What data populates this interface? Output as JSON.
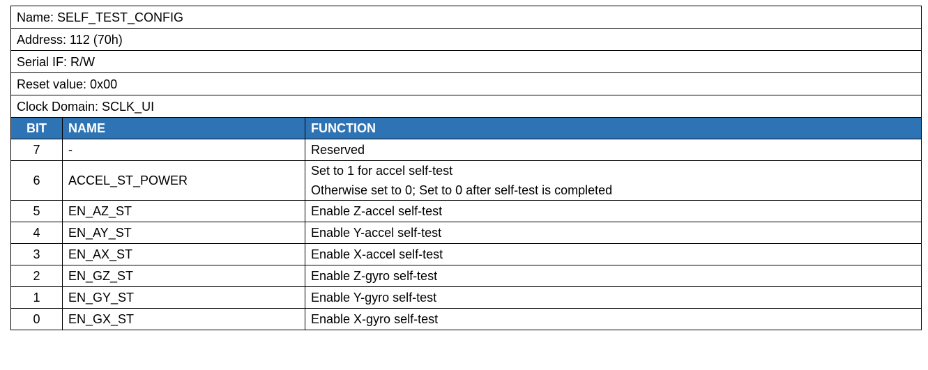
{
  "register": {
    "name_line": "Name: SELF_TEST_CONFIG",
    "address_line": "Address: 112 (70h)",
    "serial_if_line": "Serial IF: R/W",
    "reset_value_line": "Reset value: 0x00",
    "clock_domain_line": "Clock Domain: SCLK_UI"
  },
  "columns": {
    "bit": "BIT",
    "name": "NAME",
    "function": "FUNCTION"
  },
  "colors": {
    "header_bg": "#2e74b5",
    "header_text": "#ffffff"
  },
  "rows": [
    {
      "bit": "7",
      "name": "-",
      "function": [
        "Reserved"
      ]
    },
    {
      "bit": "6",
      "name": "ACCEL_ST_POWER",
      "function": [
        "Set to 1 for accel self-test",
        "Otherwise set to 0; Set to 0 after self-test is completed"
      ]
    },
    {
      "bit": "5",
      "name": "EN_AZ_ST",
      "function": [
        "Enable Z-accel self-test"
      ]
    },
    {
      "bit": "4",
      "name": "EN_AY_ST",
      "function": [
        "Enable Y-accel self-test"
      ]
    },
    {
      "bit": "3",
      "name": "EN_AX_ST",
      "function": [
        "Enable X-accel self-test"
      ]
    },
    {
      "bit": "2",
      "name": "EN_GZ_ST",
      "function": [
        "Enable Z-gyro self-test"
      ]
    },
    {
      "bit": "1",
      "name": "EN_GY_ST",
      "function": [
        "Enable Y-gyro self-test"
      ]
    },
    {
      "bit": "0",
      "name": "EN_GX_ST",
      "function": [
        "Enable X-gyro self-test"
      ]
    }
  ]
}
